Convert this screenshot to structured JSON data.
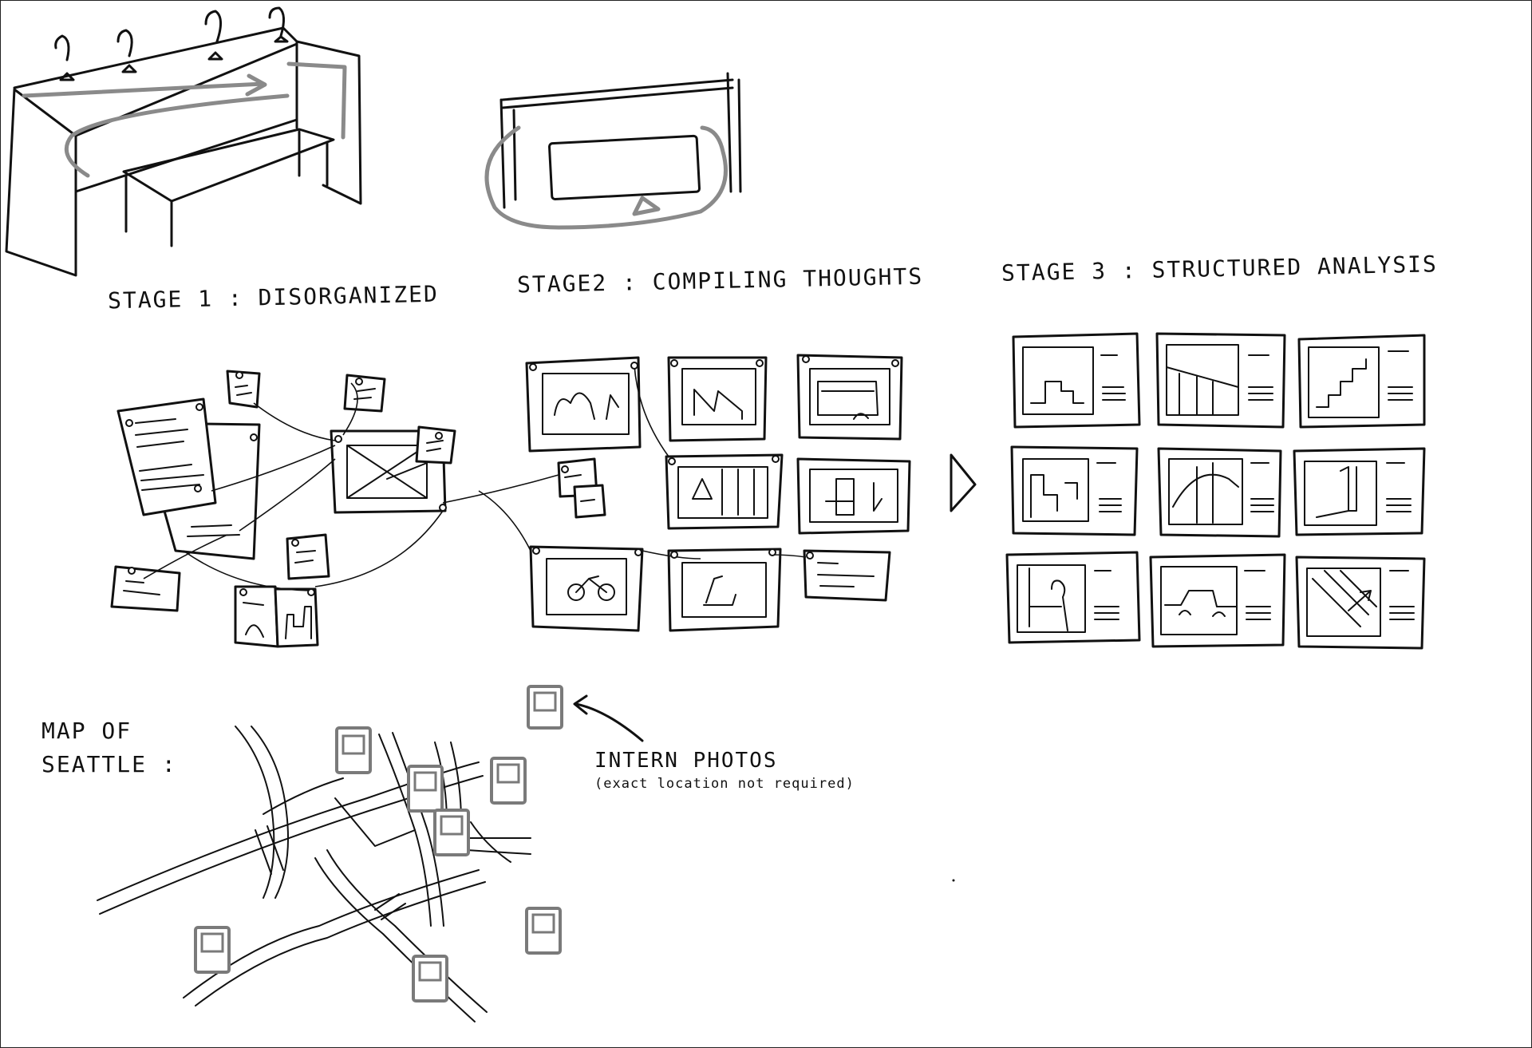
{
  "labels": {
    "stage1": "STAGE 1 : DISORGANIZED",
    "stage2": "STAGE2 : COMPILING THOUGHTS",
    "stage3": "STAGE 3 : STRUCTURED ANALYSIS",
    "map": "MAP OF\nSEATTLE :",
    "intern_photos": "INTERN PHOTOS",
    "intern_note": "(exact location not required)"
  },
  "colors": {
    "ink": "#111111",
    "pencil_gray": "#8a8a8a",
    "paper": "#ffffff"
  }
}
